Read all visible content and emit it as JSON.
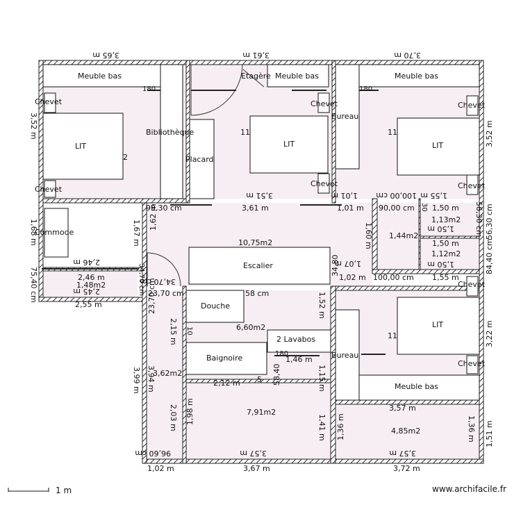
{
  "furniture": {
    "meuble_bas_1": "Meuble bas",
    "etagere": "Etagère",
    "meuble_bas_2": "Meuble bas",
    "meuble_bas_3": "Meuble bas",
    "meuble_bas_4": "Meuble bas",
    "chevet": "Chevet",
    "lit": "LIT",
    "bibliotheque": "Bibliothèque",
    "placard": "Placard",
    "bureau": "Bureau",
    "commode": "Commode",
    "escalier": "Escalier",
    "douche": "Douche",
    "baignoire": "Baignoire",
    "lavabos": "2 Lavabos"
  },
  "dimensions": {
    "top_left": "3,65 m",
    "top_mid": "3,61 m",
    "top_right": "3,70 m",
    "left_352": "3,52 m",
    "right_352": "3,52 m",
    "bed2_w": "3,51 m",
    "d_9930": "99,30 cm",
    "d_361": "3,61 m",
    "d_101a": "1,01 m",
    "d_101b": "1,01 m",
    "d_100": "100,00 cm",
    "d_155a": "1,55 m",
    "d_9000": "90,00 cm",
    "d_150a": "1,50 m",
    "d_150b": "1,50 m",
    "d_150c": "1,50 m",
    "d_150d": "1,50 m",
    "d_5630": "56,30 cm",
    "d_8440": "84,40 cm",
    "d_168": "1,68 m",
    "d_167": "1,67 m",
    "d_162": "1,62 m",
    "d_160": "1,60 m",
    "d_107": "1,07 m",
    "d_102a": "1,02 m",
    "d_10000": "100,00 cm",
    "d_155b": "1,55 m",
    "d_246a": "2,46 m",
    "d_246b": "2,46 m",
    "d_245": "2,45 m",
    "d_255": "2,55 m",
    "d_7540": "75,40 cm",
    "d_3470": "34,70 cm",
    "d_2370": "23,70 cm",
    "d_58": "58 cm",
    "d_152": "1,52 m",
    "d_215": "2,15 m",
    "d_146": "1,46 m",
    "d_115": "1,15 m",
    "d_212": "2,12 m",
    "d_5840": "58,40",
    "d_394": "3,94 m",
    "d_399": "3,99 m",
    "d_203": "2,03 m",
    "d_198": "1,98 m",
    "d_141": "1,41 m",
    "d_136a": "1,36 m",
    "d_136b": "1,36 m",
    "d_151": "1,51 m",
    "d_357a": "3,57 m",
    "d_357b": "3,57 m",
    "d_357c": "3,57 m",
    "d_322": "3,22 m",
    "d_9660": "96,60 cm",
    "d_102b": "1,02 m",
    "d_367": "3,67 m",
    "d_372": "3,72 m",
    "d_3480": "34,80"
  },
  "areas": {
    "hall": "10,75m2",
    "a_148": "1,48m2",
    "a_113": "1,13m2",
    "a_112": "1,12m2",
    "a_144": "1,44m2",
    "bath": "6,60m2",
    "corridor": "3,62m2",
    "room_791": "7,91m2",
    "room_485": "4,85m2"
  },
  "misc": {
    "n11a": "11",
    "n11b": "11",
    "n11c": "11",
    "n2": "2",
    "n180a": "180",
    "n180b": "180",
    "n180c": "180",
    "n10": "10",
    "n5": "5",
    "n30": "30"
  },
  "scale_label": "1 m",
  "credit": "www.archifacile.fr"
}
